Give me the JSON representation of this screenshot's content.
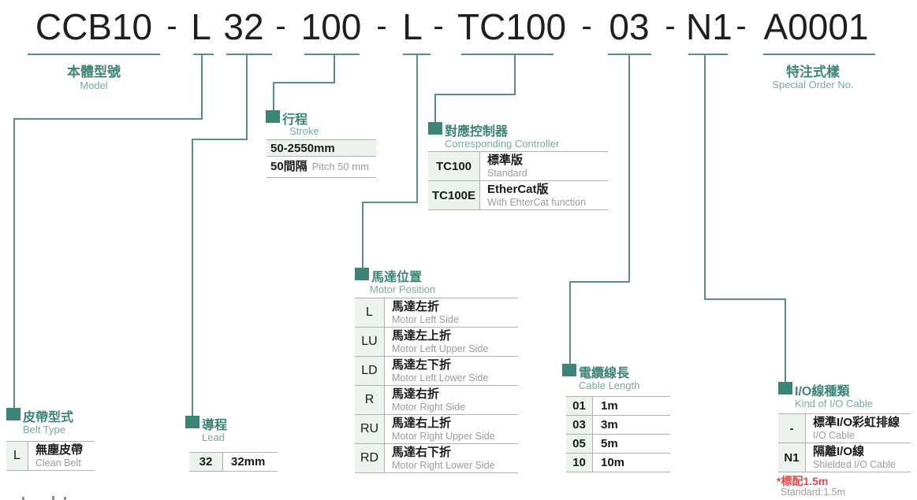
{
  "colors": {
    "teal": "#3e8476",
    "teal_light": "#7aa89d",
    "connector_line": "#579083",
    "table_border": "#b0b0b0",
    "code_cell_bg": "#ecf2ec",
    "text_black": "#1a1a1a",
    "text_gray": "#9b9b9b",
    "note_red": "#e8474a"
  },
  "title": {
    "dash": "-",
    "tokens": {
      "body": "CCB10",
      "belt": "L",
      "lead": "32",
      "stroke": "100",
      "motor": "L",
      "controller": "TC100",
      "cable": "03",
      "io": "N1",
      "special": "A0001"
    }
  },
  "model_label": {
    "cjk": "本體型號",
    "en": "Model"
  },
  "special_label": {
    "cjk": "特注式樣",
    "en": "Special Order No."
  },
  "stroke": {
    "cjk": "行程",
    "en": "Stroke",
    "range": "50-2550mm",
    "pitch_cjk": "50間隔",
    "pitch_en": "Pitch 50 mm"
  },
  "controller": {
    "cjk": "對應控制器",
    "en": "Corresponding Controller",
    "rows": [
      {
        "code": "TC100",
        "cjk": "標準版",
        "en": "Standard"
      },
      {
        "code": "TC100E",
        "cjk": "EtherCat版",
        "en": "With EhterCat function"
      }
    ]
  },
  "motor": {
    "cjk": "馬達位置",
    "en": "Motor Position",
    "rows": [
      {
        "code": "L",
        "cjk": "馬達左折",
        "en": "Motor Left Side"
      },
      {
        "code": "LU",
        "cjk": "馬達左上折",
        "en": "Motor Left Upper Side"
      },
      {
        "code": "LD",
        "cjk": "馬達左下折",
        "en": "Motor Left Lower Side"
      },
      {
        "code": "R",
        "cjk": "馬達右折",
        "en": "Motor Right Side"
      },
      {
        "code": "RU",
        "cjk": "馬達右上折",
        "en": "Motor Right Upper Side"
      },
      {
        "code": "RD",
        "cjk": "馬達右下折",
        "en": "Motor Right Lower Side"
      }
    ]
  },
  "cable": {
    "cjk": "電纜線長",
    "en": "Cable Length",
    "rows": [
      {
        "code": "01",
        "value": "1m"
      },
      {
        "code": "03",
        "value": "3m"
      },
      {
        "code": "05",
        "value": "5m"
      },
      {
        "code": "10",
        "value": "10m"
      }
    ]
  },
  "io": {
    "cjk": "I/O線種類",
    "en": "Kind of I/O Cable",
    "rows": [
      {
        "code": "-",
        "cjk": "標準I/O彩虹排線",
        "en": "I/O Cable"
      },
      {
        "code": "N1",
        "cjk": "隔離I/O線",
        "en": "Shielded I/O Cable"
      }
    ],
    "note_red": "*標配1.5m",
    "note_en": "Standard:1.5m"
  },
  "belt": {
    "cjk": "皮帶型式",
    "en": "Belt Type",
    "rows": [
      {
        "code": "L",
        "cjk": "無塵皮帶",
        "en": "Clean Belt"
      }
    ]
  },
  "lead": {
    "cjk": "導程",
    "en": "Lead",
    "rows": [
      {
        "code": "32",
        "value": "32mm"
      }
    ]
  }
}
